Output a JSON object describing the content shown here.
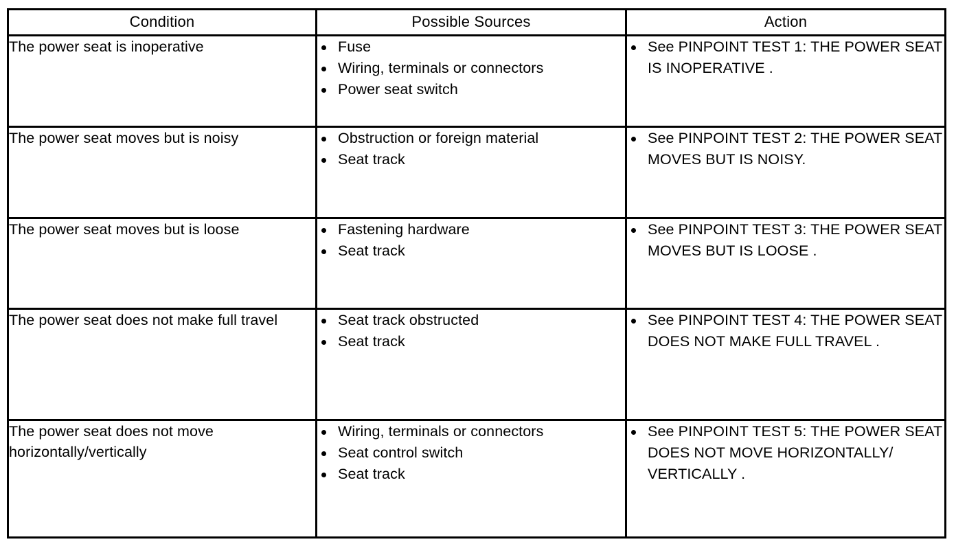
{
  "table": {
    "headers": [
      {
        "label": "Condition"
      },
      {
        "label": "Possible Sources"
      },
      {
        "label": "Action"
      }
    ],
    "rows": [
      {
        "condition": "The power seat is inoperative",
        "sources": [
          "Fuse",
          "Wiring, terminals or connectors",
          "Power seat switch"
        ],
        "actions": [
          "See PINPOINT TEST 1: THE POWER SEAT IS INOPERATIVE ."
        ]
      },
      {
        "condition": "The power seat moves but is noisy",
        "sources": [
          "Obstruction or foreign material",
          "Seat track"
        ],
        "actions": [
          "See PINPOINT TEST 2: THE POWER SEAT MOVES BUT IS NOISY."
        ]
      },
      {
        "condition": "The power seat moves but is loose",
        "sources": [
          "Fastening hardware",
          "Seat track"
        ],
        "actions": [
          "See PINPOINT TEST 3: THE POWER SEAT MOVES BUT IS LOOSE ."
        ]
      },
      {
        "condition": "The power seat does not make full travel",
        "sources": [
          "Seat track obstructed",
          "Seat track"
        ],
        "actions": [
          "See PINPOINT TEST 4: THE POWER SEAT DOES NOT MAKE FULL TRAVEL ."
        ]
      },
      {
        "condition": "The power seat does not move horizontally/vertically",
        "sources": [
          "Wiring, terminals or connectors",
          "Seat control switch",
          "Seat track"
        ],
        "actions": [
          "See PINPOINT TEST 5: THE POWER SEAT DOES NOT MOVE HORIZONTALLY/ VERTICALLY ."
        ]
      }
    ]
  },
  "colors": {
    "background": "#ffffff",
    "text": "#000000",
    "border": "#000000"
  }
}
